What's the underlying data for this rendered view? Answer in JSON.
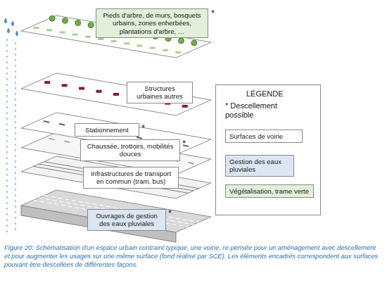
{
  "diagram": {
    "caption": "Figure 20: Schématisation d'un espace urbain contraint typique, une voirie, re-pensée pour un aménagement avec descellement et pour augmenter les usages sur une même surface (fond réalisé par SCE). Les éléments encadrés correspondent aux surfaces pouvant être descellées de différentes façons.",
    "nodes": [
      {
        "text": [
          "Pieds d'arbre, de murs, bosquets urbains, zones enherbées, plantations d'arbre, …"
        ]
      },
      {
        "text": [
          "Structures urbaines autres"
        ]
      },
      {
        "text": [
          "Stationnement"
        ]
      },
      {
        "text": [
          "Chaussée, trottoirs, mobilités douces"
        ]
      },
      {
        "text": [
          "Infrastructures de transport en commun (tram, bus)"
        ]
      },
      {
        "text": [
          "Ouvrages de gestion des eaux pluviales"
        ]
      }
    ],
    "labels": [
      "*",
      "*",
      "*",
      "*",
      "LÉGENDE",
      "* Descellement possible"
    ],
    "legend": [
      {
        "text": "Surfaces de voirie",
        "color": "#ffffff"
      },
      {
        "text": "Gestion des eaux pluviales",
        "color": "#dce6f2"
      },
      {
        "text": "Végétalisation, trame verte",
        "color": "#e2efd9"
      }
    ]
  }
}
